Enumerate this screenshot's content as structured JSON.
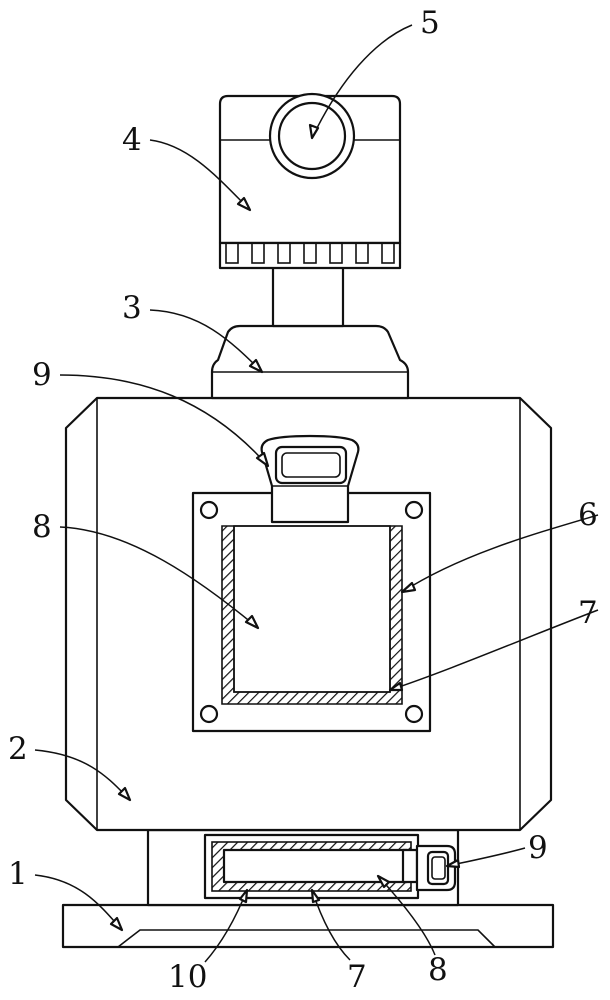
{
  "figure": {
    "parts": [
      {
        "id": "base",
        "label": "1"
      },
      {
        "id": "main-housing",
        "label": "2"
      },
      {
        "id": "neck-connector",
        "label": "3"
      },
      {
        "id": "top-head-unit",
        "label": "4"
      },
      {
        "id": "round-lens",
        "label": "5"
      },
      {
        "id": "window-frame",
        "label": "6"
      },
      {
        "id": "hatched-insert-window",
        "label": "7"
      },
      {
        "id": "window-cavity",
        "label": "8"
      },
      {
        "id": "pull-handle-top",
        "label": "9"
      },
      {
        "id": "lower-drawer",
        "label": "10"
      },
      {
        "id": "hatched-insert-drawer",
        "label": "7"
      },
      {
        "id": "drawer-cavity",
        "label": "8"
      },
      {
        "id": "pull-handle-side",
        "label": "9"
      }
    ],
    "colors": {
      "line": "#111111",
      "fill": "#ffffff"
    }
  }
}
